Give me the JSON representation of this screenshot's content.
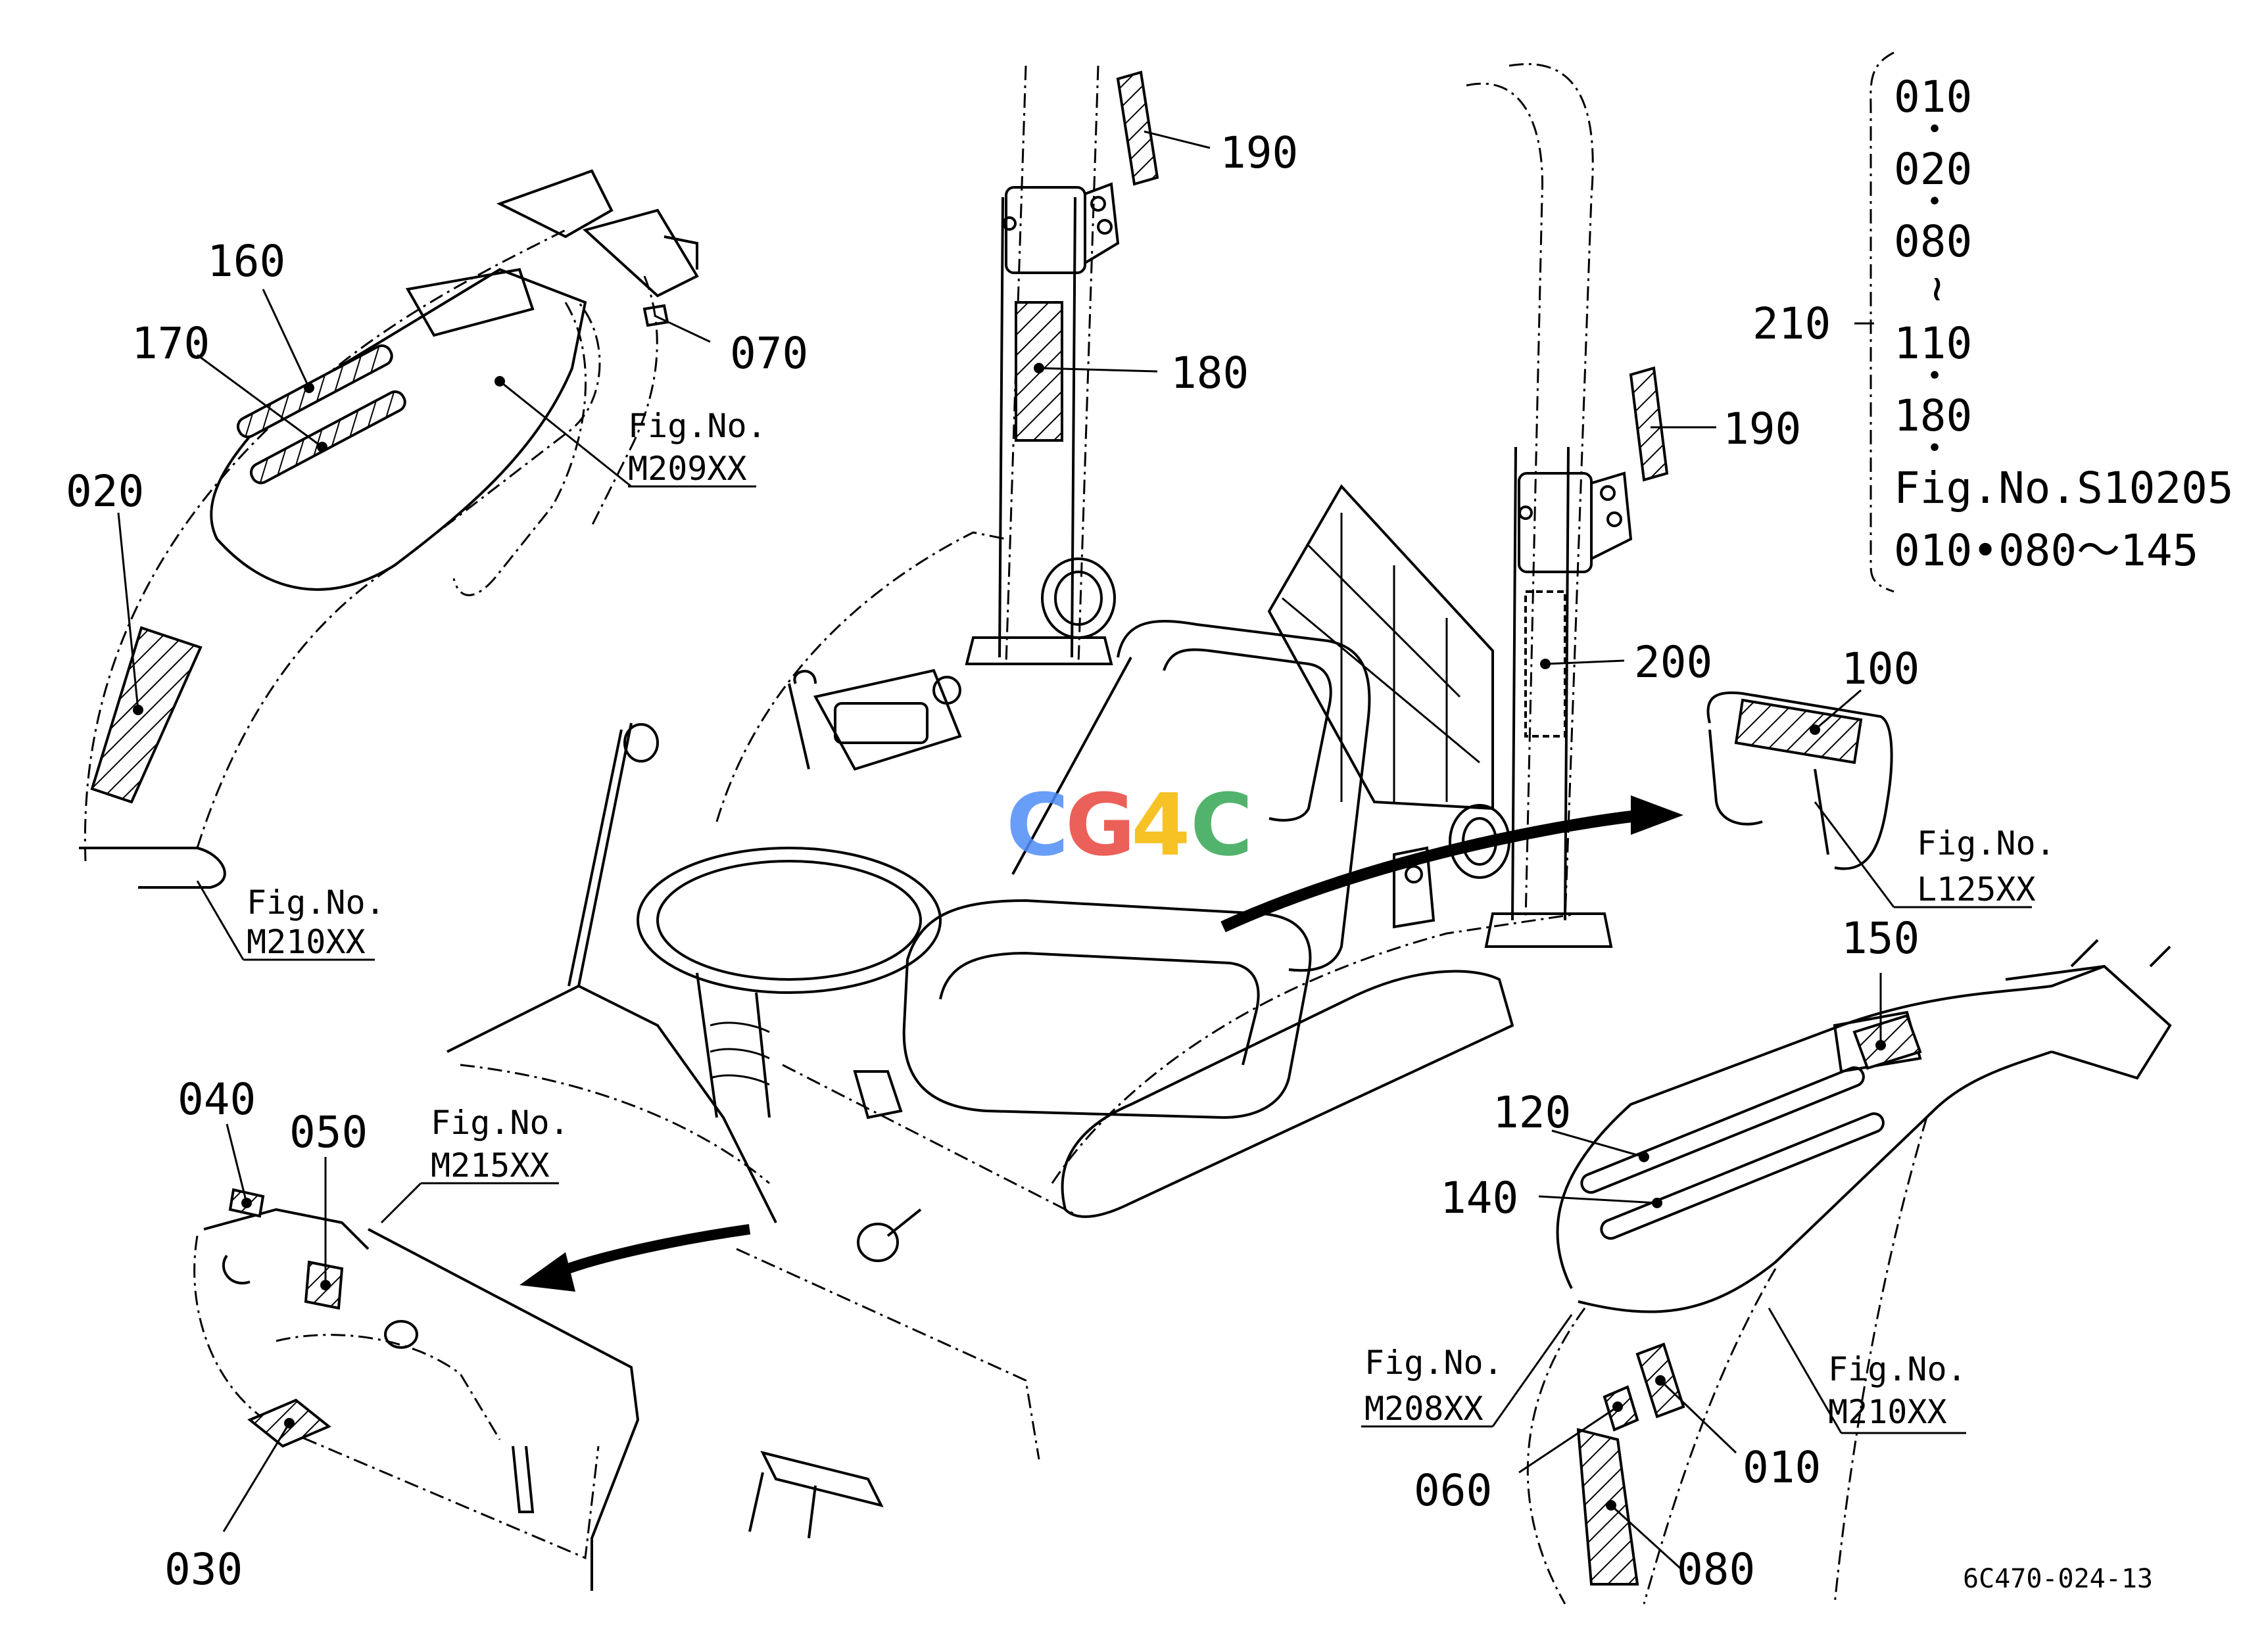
{
  "callouts": [
    {
      "id": "c190a",
      "text": "190"
    },
    {
      "id": "c160",
      "text": "160"
    },
    {
      "id": "c170",
      "text": "170"
    },
    {
      "id": "c070",
      "text": "070"
    },
    {
      "id": "c180",
      "text": "180"
    },
    {
      "id": "c190b",
      "text": "190"
    },
    {
      "id": "c020",
      "text": "020"
    },
    {
      "id": "c200",
      "text": "200"
    },
    {
      "id": "c100",
      "text": "100"
    },
    {
      "id": "c150",
      "text": "150"
    },
    {
      "id": "c120",
      "text": "120"
    },
    {
      "id": "c140",
      "text": "140"
    },
    {
      "id": "c040",
      "text": "040"
    },
    {
      "id": "c050",
      "text": "050"
    },
    {
      "id": "c060",
      "text": "060"
    },
    {
      "id": "c010",
      "text": "010"
    },
    {
      "id": "c080",
      "text": "080"
    },
    {
      "id": "c030",
      "text": "030"
    },
    {
      "id": "c210",
      "text": "210"
    }
  ],
  "figure_refs": [
    {
      "id": "f209",
      "label": "Fig.No.",
      "code": "M209XX"
    },
    {
      "id": "f210a",
      "label": "Fig.No.",
      "code": "M210XX"
    },
    {
      "id": "f125",
      "label": "Fig.No.",
      "code": "L125XX"
    },
    {
      "id": "f215",
      "label": "Fig.No.",
      "code": "M215XX"
    },
    {
      "id": "f208",
      "label": "Fig.No.",
      "code": "M208XX"
    },
    {
      "id": "f210b",
      "label": "Fig.No.",
      "code": "M210XX"
    }
  ],
  "legend": {
    "items": [
      "010",
      "020",
      "080",
      "110",
      "180"
    ],
    "range_symbol": "~",
    "separator": "•",
    "fig_line": "Fig.No.S10205",
    "range_line": "010•080～145"
  },
  "watermark": {
    "letters": [
      "C",
      "G",
      "4",
      "C"
    ],
    "colors": [
      "#4f8ef7",
      "#e8453c",
      "#f5b800",
      "#34a853"
    ]
  },
  "drawing_code": "6C470-024-13"
}
